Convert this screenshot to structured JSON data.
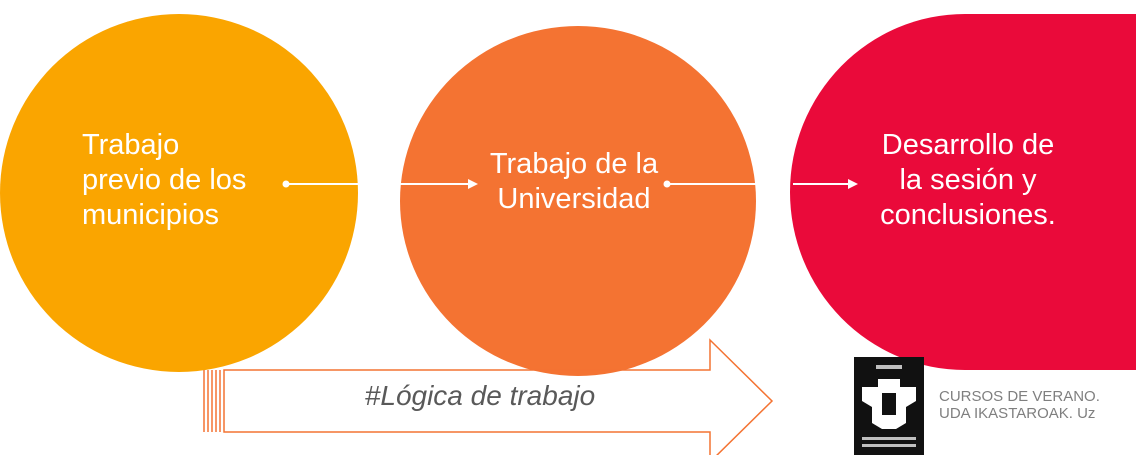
{
  "colors": {
    "circle1": "#FAA500",
    "circle2": "#F47332",
    "circle3": "#EA0A3A",
    "arrow_outline": "#F47332",
    "label_text": "#595959",
    "footer_text": "#7F7F7F"
  },
  "steps": [
    {
      "label": "Trabajo\nprevio de los\nmunicipios"
    },
    {
      "label": "Trabajo de la\nUniversidad"
    },
    {
      "label": "Desarrollo de\nla sesión y\nconclusiones."
    }
  ],
  "arrow": {
    "label": "#Lógica de trabajo"
  },
  "logo": {
    "icon": "ehu-logo"
  },
  "footer": {
    "line1": "CURSOS DE VERANO.",
    "line2": "UDA IKASTAROAK. Uz"
  }
}
